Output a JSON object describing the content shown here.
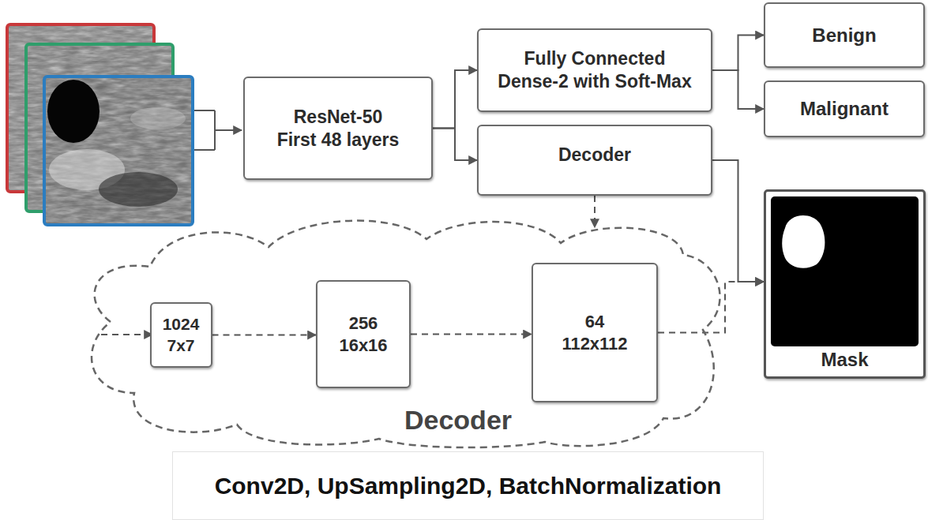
{
  "diagram": {
    "nodes": [
      {
        "text": [
          "ResNet-50",
          "First 48 layers"
        ]
      },
      {
        "text": [
          "Fully Connected",
          "Dense-2 with Soft-Max"
        ]
      },
      {
        "text": [
          "Decoder"
        ]
      },
      {
        "text": [
          "Benign"
        ]
      },
      {
        "text": [
          "Malignant"
        ]
      },
      {
        "text": [
          "Mask"
        ]
      },
      {
        "text": [
          "Decoder"
        ]
      },
      {
        "text": [
          "1024",
          "7x7"
        ],
        "in": 6
      },
      {
        "text": [
          "256",
          "16x16"
        ],
        "in": 6
      },
      {
        "text": [
          "64",
          "112x112"
        ],
        "in": 6
      },
      {
        "text": [
          "Conv2D, UpSampling2D, BatchNormalization"
        ]
      }
    ],
    "edges": [
      {
        "from": 0,
        "to": 1,
        "arrow": "to"
      },
      {
        "from": 0,
        "to": 2,
        "arrow": "to"
      },
      {
        "from": 1,
        "to": 3,
        "arrow": "to"
      },
      {
        "from": 1,
        "to": 4,
        "arrow": "to"
      },
      {
        "from": 2,
        "to": 5,
        "arrow": "to"
      },
      {
        "from": 2,
        "to": 6,
        "arrow": "to"
      },
      {
        "from": 7,
        "to": 8,
        "arrow": "to"
      },
      {
        "from": 8,
        "to": 9,
        "arrow": "to"
      },
      {
        "from": 9,
        "to": 5,
        "arrow": "to"
      }
    ]
  }
}
